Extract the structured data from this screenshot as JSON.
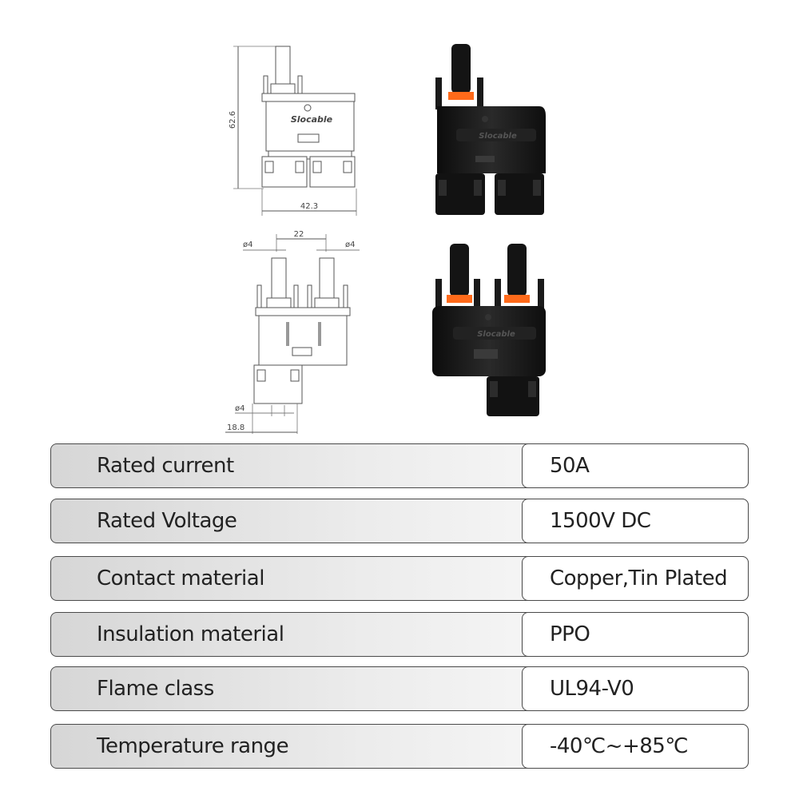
{
  "drawing_top": {
    "height_dim": "62.6",
    "width_dim": "42.3",
    "brand": "Slocable"
  },
  "drawing_bottom": {
    "pitch_dim": "22",
    "dia_left": "ø4",
    "dia_right": "ø4",
    "dia_bottom": "ø4",
    "offset_dim": "18.8"
  },
  "photo_top": {
    "brand": "Slocable"
  },
  "photo_bottom": {
    "brand": "Slocable"
  },
  "specs": [
    {
      "label": "Rated current",
      "value": "50A"
    },
    {
      "label": "Rated Voltage",
      "value": "1500V DC"
    },
    {
      "label": "Contact material",
      "value": "Copper,Tin Plated"
    },
    {
      "label": "Insulation material",
      "value": "PPO"
    },
    {
      "label": "Flame class",
      "value": "UL94-V0"
    },
    {
      "label": "Temperature range",
      "value": "-40℃~+85℃"
    }
  ]
}
